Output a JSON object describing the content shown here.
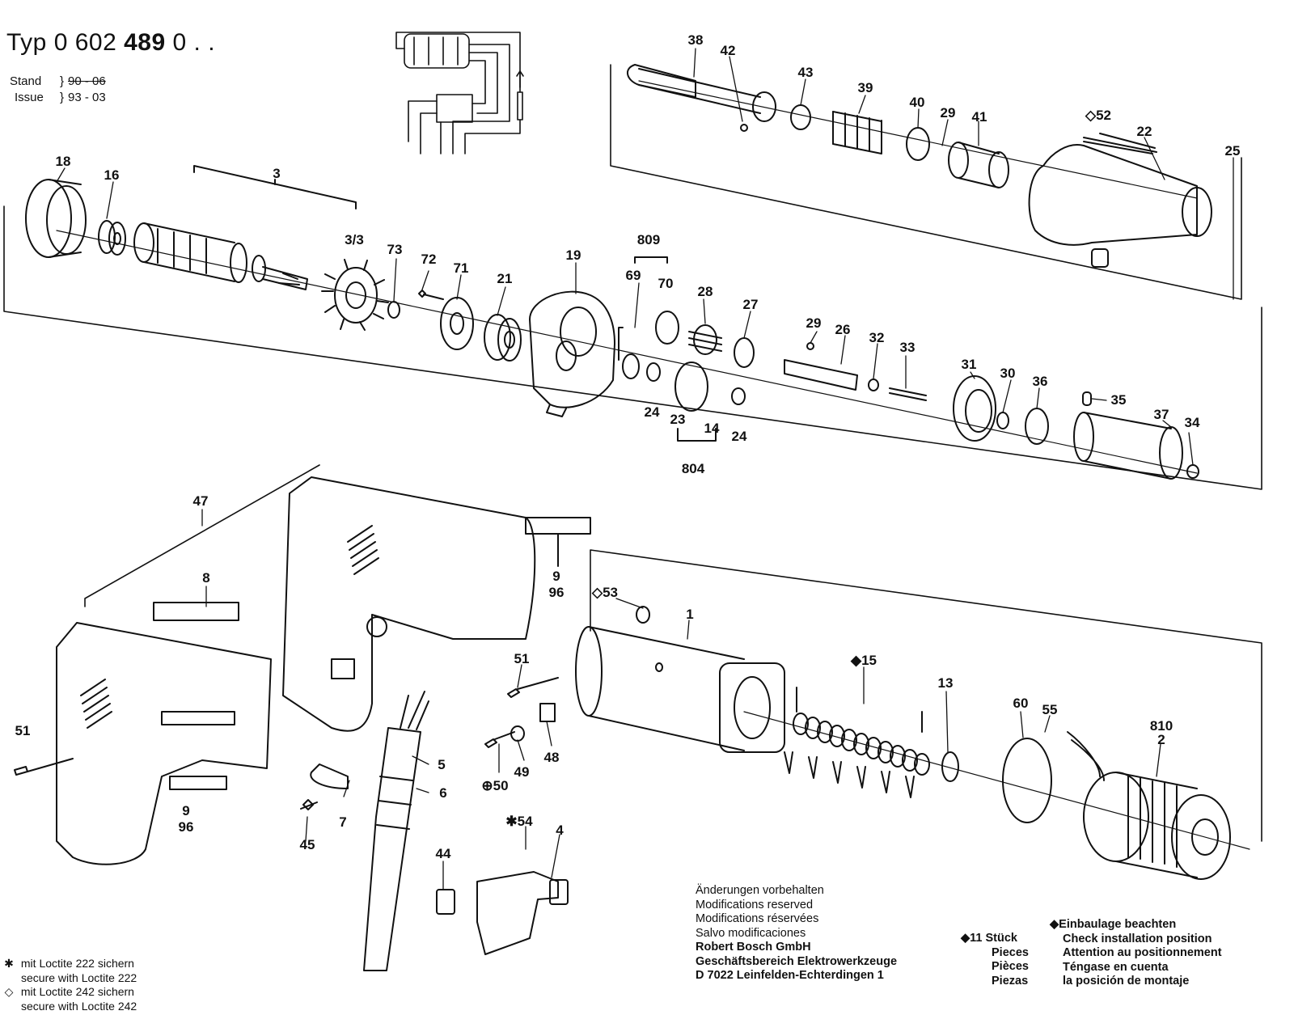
{
  "header": {
    "typ_label": "Typ",
    "typ_number_a": "0 602 ",
    "typ_number_b": "489",
    "typ_number_c": " 0 . .",
    "stand_label": "Stand",
    "stand_value": "90 - 06",
    "issue_label": "Issue",
    "issue_value": "93 - 03"
  },
  "callouts": [
    "18",
    "16",
    "3",
    "3/3",
    "73",
    "72",
    "71",
    "21",
    "19",
    "809",
    "69",
    "70",
    "28",
    "27",
    "29",
    "26",
    "32",
    "33",
    "31",
    "30",
    "36",
    "35",
    "37",
    "34",
    "24",
    "23",
    "14",
    "24",
    "804",
    "38",
    "42",
    "43",
    "39",
    "40",
    "29",
    "41",
    "◇52",
    "22",
    "25",
    "47",
    "8",
    "9",
    "96",
    "9",
    "96",
    "51",
    "5",
    "6",
    "7",
    "45",
    "◇53",
    "1",
    "51",
    "49",
    "48",
    "⊕50",
    "◆15",
    "13",
    "60",
    "55",
    "810",
    "2",
    "✱54",
    "4",
    "44"
  ],
  "notes": {
    "line1": "Änderungen vorbehalten",
    "line2": "Modifications reserved",
    "line3": "Modifications réservées",
    "line4": "Salvo modificaciones",
    "company1": "Robert Bosch GmbH",
    "company2": "Geschäftsbereich Elektrowerkzeuge",
    "company3": "D 7022 Leinfelden-Echterdingen 1"
  },
  "pieces": {
    "head": "◆11 Stück",
    "l2": "Pieces",
    "l3": "Pièces",
    "l4": "Piezas"
  },
  "install": {
    "l1": "◆Einbaulage beachten",
    "l2": "Check installation position",
    "l3": "Attention au positionnement",
    "l4": "Téngase en cuenta",
    "l5": "la posición de montaje"
  },
  "legend": {
    "l1": "mit Loctite 222 sichern",
    "l2": "secure with Loctite 222",
    "l3": "mit Loctite 242 sichern",
    "l4": "secure with Loctite 242",
    "sym1": "✱",
    "sym2": "◇"
  }
}
